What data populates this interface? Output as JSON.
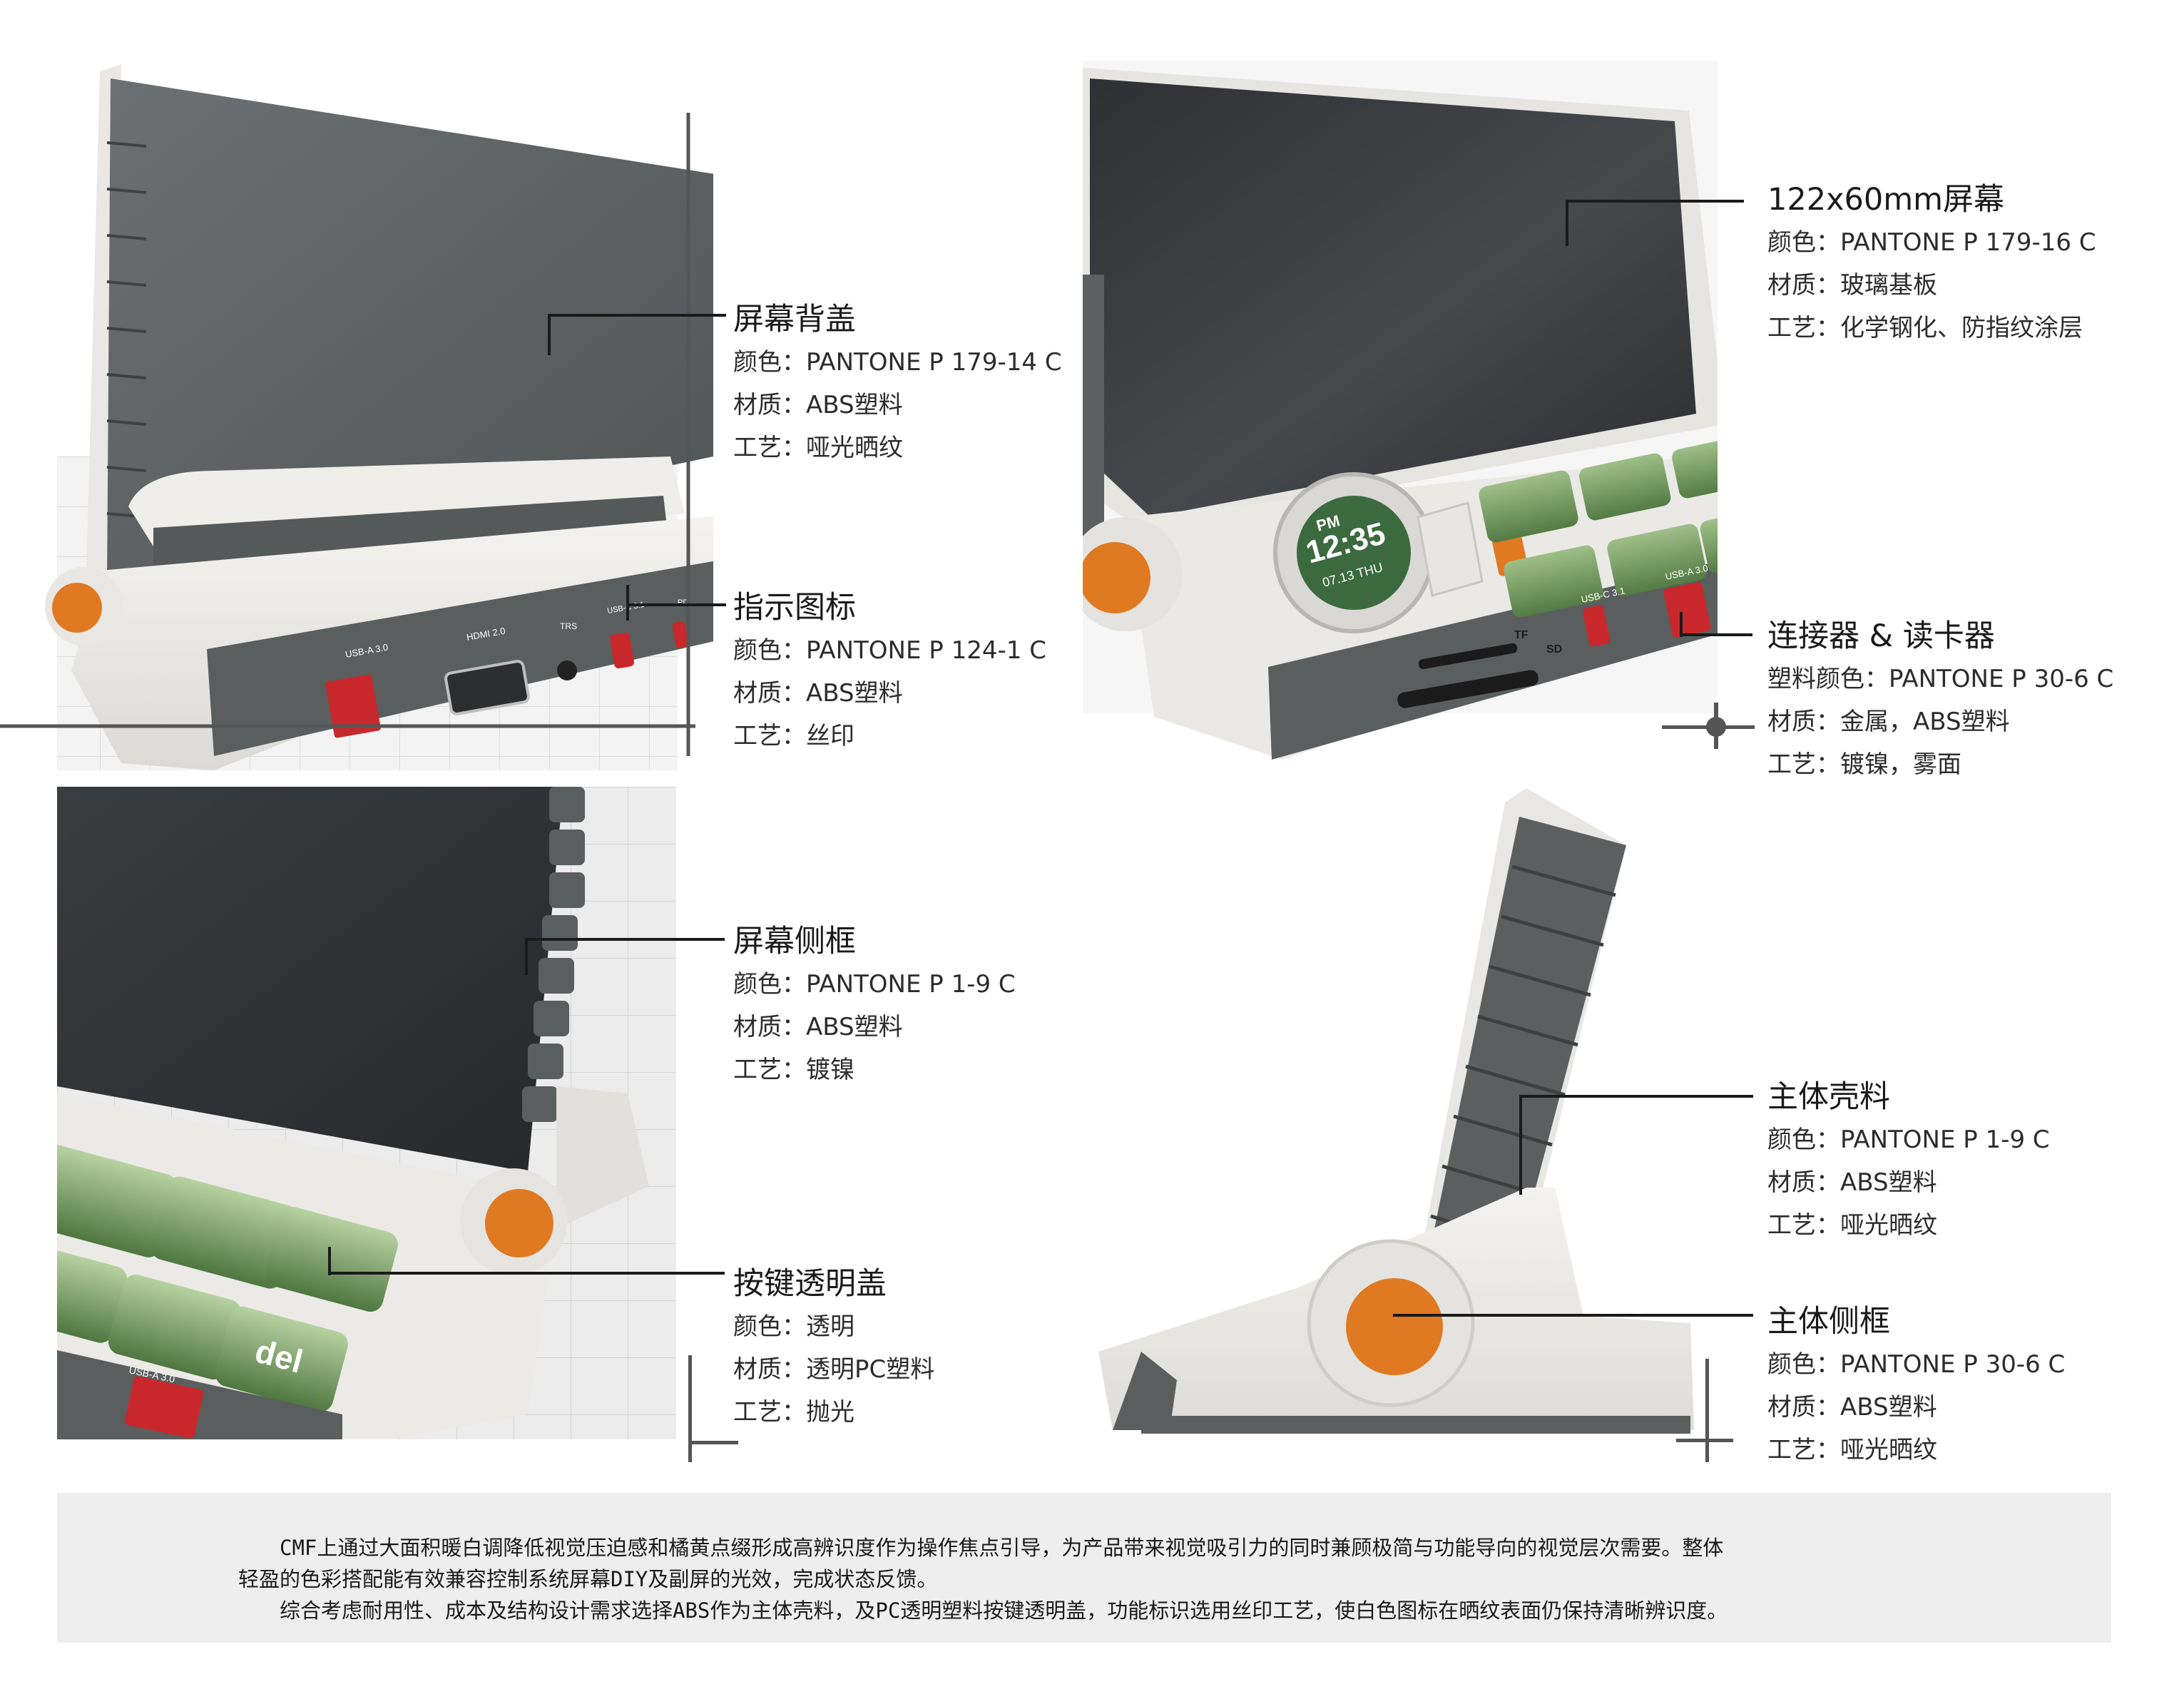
{
  "callouts": [
    {
      "title": "屏幕背盖",
      "lines": [
        "颜色：PANTONE P 179-14 C",
        "材质：ABS塑料",
        "工艺：哑光晒纹"
      ]
    },
    {
      "title": "指示图标",
      "lines": [
        "颜色：PANTONE P 124-1 C",
        "材质：ABS塑料",
        "工艺：丝印"
      ]
    },
    {
      "title": "122x60mm屏幕",
      "lines": [
        "颜色：PANTONE P 179-16 C",
        "材质：玻璃基板",
        "工艺：化学钢化、防指纹涂层"
      ]
    },
    {
      "title": "连接器 & 读卡器",
      "lines": [
        "塑料颜色：PANTONE P 30-6 C",
        "材质：金属，ABS塑料",
        "工艺：镀镍，雾面"
      ]
    },
    {
      "title": "屏幕侧框",
      "lines": [
        "颜色：PANTONE P 1-9 C",
        "材质：ABS塑料",
        "工艺：镀镍"
      ]
    },
    {
      "title": "按键透明盖",
      "lines": [
        "颜色：透明",
        "材质：透明PC塑料",
        "工艺：抛光"
      ]
    },
    {
      "title": "主体壳料",
      "lines": [
        "颜色：PANTONE P 1-9 C",
        "材质：ABS塑料",
        "工艺：哑光晒纹"
      ]
    },
    {
      "title": "主体侧框",
      "lines": [
        "颜色：PANTONE P 30-6 C",
        "材质：ABS塑料",
        "工艺：哑光晒纹"
      ]
    }
  ],
  "product_labels": {
    "usb_a_30": "USB-A 3.0",
    "hdmi": "HDMI 2.0",
    "trs": "TRS",
    "usb_c": "USB-C 3.1",
    "pd": "PD",
    "tf": "TF",
    "sd": "SD",
    "clock_ampm": "PM",
    "clock_time": "12:35",
    "clock_date": "07.13 THU",
    "del_key": "del"
  },
  "note": {
    "line1": "CMF上通过大面积暖白调降低视觉压迫感和橘黄点缀形成高辨识度作为操作焦点引导，为产品带来视觉吸引力的同时兼顾极简与功能导向的视觉层次需要。整体",
    "line2": "轻盈的色彩搭配能有效兼容控制系统屏幕DIY及副屏的光效，完成状态反馈。",
    "line3": "综合考虑耐用性、成本及结构设计需求选择ABS作为主体壳料，及PC透明塑料按键透明盖，功能标识选用丝印工艺，使白色图标在晒纹表面仍保持清晰辨识度。"
  },
  "colors": {
    "shell_white": "#ecebe8",
    "dark_gray": "#5e6263",
    "accent_orange": "#e07a22",
    "usb_red": "#c8282b",
    "screen": "#3a3d40",
    "key_green": "#5e8d4c",
    "note_bg": "#eeeeee"
  }
}
